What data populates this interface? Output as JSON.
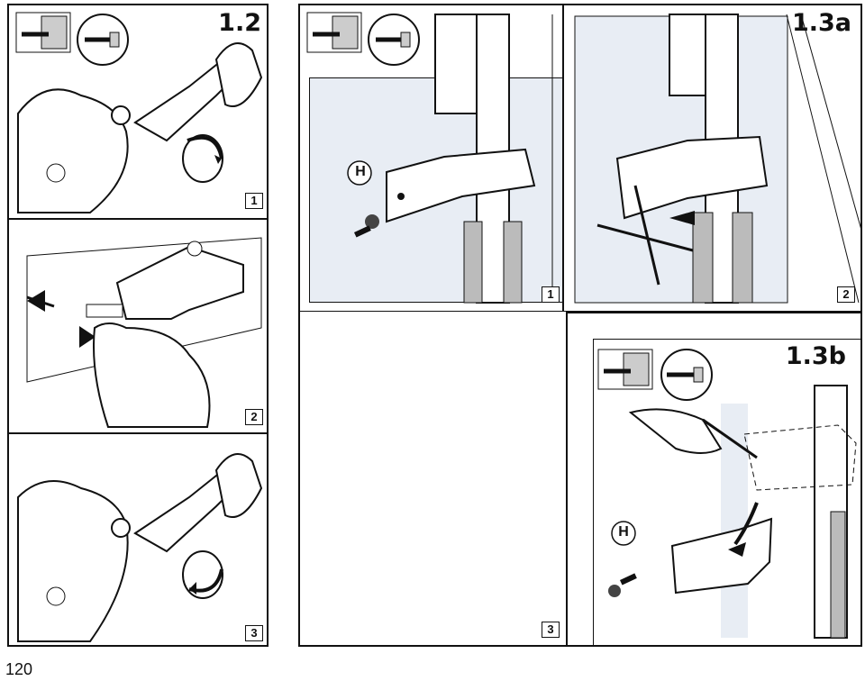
{
  "page": {
    "number": "120"
  },
  "left_panel": {
    "title": "1.2",
    "steps": [
      {
        "badge": "1"
      },
      {
        "badge": "2"
      },
      {
        "badge": "3"
      }
    ]
  },
  "right_top_panel": {
    "title": "1.3a",
    "steps": [
      {
        "badge": "1",
        "label": "H"
      },
      {
        "badge": "2"
      },
      {
        "badge": "3"
      }
    ]
  },
  "right_bottom_panel": {
    "title": "1.3b",
    "label": "H"
  },
  "colors": {
    "ink": "#111111",
    "shade": "#e8edf4",
    "gray": "#8a8a8a"
  }
}
